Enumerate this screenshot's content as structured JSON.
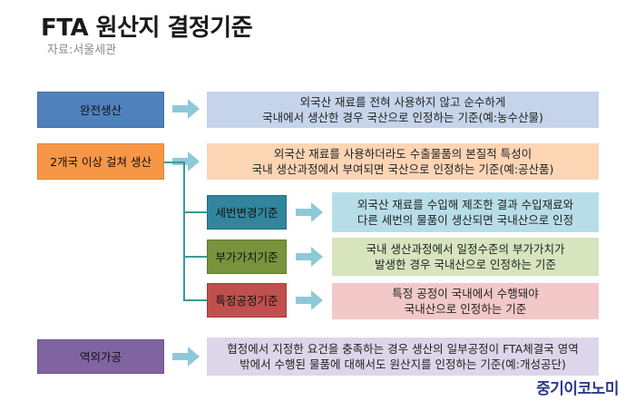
{
  "header": {
    "title": "FTA 원산지 결정기준",
    "source": "자료:서울세관"
  },
  "rows": {
    "wholly": {
      "label": "완전생산",
      "desc1": "외국산 재료를 전혀 사용하지 않고 순수하게",
      "desc2": "국내에서 생산한 경우 국산으로 인정하는 기준(예:농수산물)"
    },
    "multi": {
      "label": "2개국 이상 걸쳐 생산",
      "desc1": "외국산 재료를 사용하더라도 수출물품의 본질적 특성이",
      "desc2": "국내 생산과정에서 부여되면 국산으로 인정하는 기준(예:공산품)"
    },
    "tariff": {
      "label": "세번변경기준",
      "desc1": "외국산 재료를 수입해 제조한 결과 수입재료와",
      "desc2": "다른 세번의 물품이 생산되면 국내산으로 인정"
    },
    "value_added": {
      "label": "부가가치기준",
      "desc1": "국내 생산과정에서 일정수준의 부가가치가",
      "desc2": "발생한 경우 국내산으로 인정하는 기준"
    },
    "process": {
      "label": "특정공정기준",
      "desc1": "특정 공정이 국내에서 수행돼야",
      "desc2": "국내산으로 인정하는 기준"
    },
    "outward": {
      "label": "역외가공",
      "desc1": "협정에서 지정한 요건을 충족하는 경우 생산의 일부공정이 FTA체결국 영역",
      "desc2": "밖에서 수행된 물품에 대해서도 원산지를 인정하는 기준(예:개성공단)"
    }
  },
  "footer": {
    "brand": "중기이코노미"
  },
  "colors": {
    "wholly_label": "#4f81bd",
    "wholly_desc": "#c5d4ea",
    "multi_label": "#f79646",
    "multi_desc": "#fcd5b5",
    "tariff_label": "#31859c",
    "tariff_desc": "#b7dee8",
    "value_label": "#77933c",
    "value_desc": "#d7e4bd",
    "process_label": "#c0504d",
    "process_desc": "#f2c8c8",
    "outward_label": "#8064a2",
    "outward_desc": "#ddd6ea",
    "arrow": "#8ec9d9",
    "connector": "#3a9a9a"
  }
}
